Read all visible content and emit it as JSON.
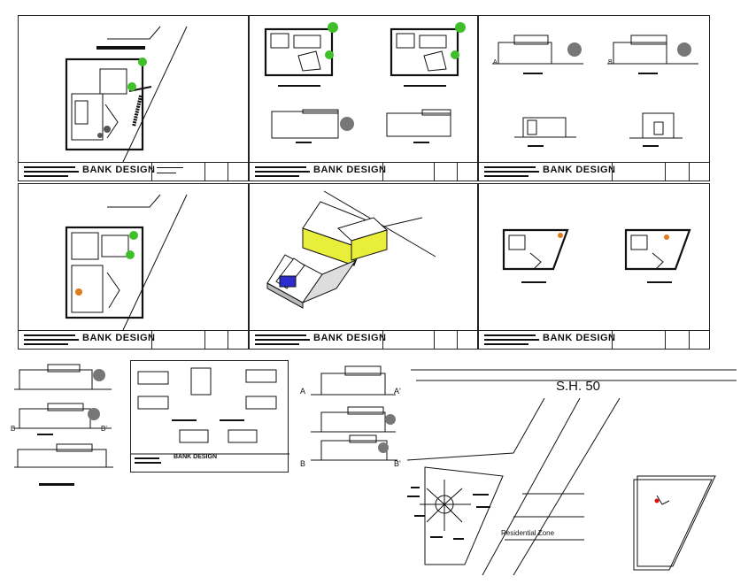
{
  "road_label": "S.H. 50",
  "zone_label": "Residential Zone",
  "title_block_brand": "BANK DESIGN",
  "section_marks": {
    "a": "A",
    "a_prime": "A'",
    "b": "B",
    "b_prime": "B'"
  },
  "sheets": [
    {
      "name": "site-plan"
    },
    {
      "name": "floor-plans"
    },
    {
      "name": "elevations-sections"
    },
    {
      "name": "furniture-layout-site"
    },
    {
      "name": "isometric-view"
    },
    {
      "name": "furniture-layout-plans"
    }
  ],
  "colors": {
    "tree": "#3fbf2a",
    "iso_yellow": "#e9ee3a",
    "iso_blue": "#2c2ccf",
    "north_mark": "#e01010",
    "ink": "#111111"
  }
}
